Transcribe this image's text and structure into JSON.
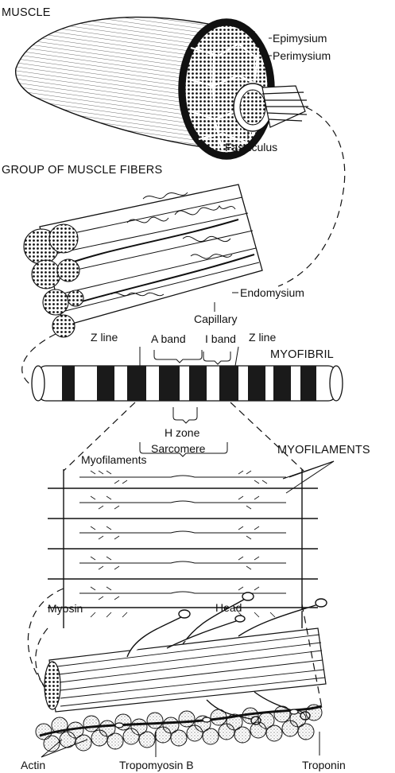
{
  "headings": {
    "muscle": "MUSCLE",
    "group": "GROUP OF MUSCLE FIBERS",
    "myofibril": "MYOFIBRIL",
    "myofilaments": "MYOFILAMENTS"
  },
  "labels": {
    "epimysium": "Epimysium",
    "perimysium": "Perimysium",
    "fasciculus": "Fasciculus",
    "endomysium": "Endomysium",
    "capillary": "Capillary",
    "z_line_left": "Z line",
    "a_band": "A band",
    "i_band": "I band",
    "z_line_right": "Z line",
    "h_zone": "H zone",
    "sarcomere": "Sarcomere",
    "myofilaments_small": "Myofilaments",
    "myosin": "Myosin",
    "head": "Head",
    "actin": "Actin",
    "tropomyosin": "Tropomyosin B",
    "troponin": "Troponin"
  },
  "colors": {
    "ink": "#111111",
    "paper": "#ffffff",
    "stipple": "#bdbdbd",
    "band": "#1a1a1a"
  }
}
